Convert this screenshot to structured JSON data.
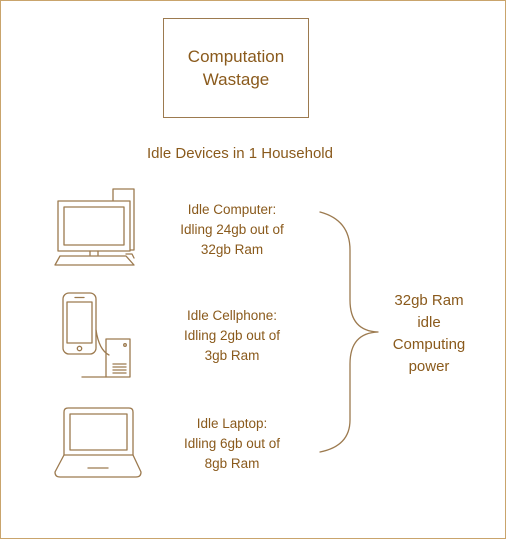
{
  "title": {
    "line1": "Computation",
    "line2": "Wastage"
  },
  "subtitle": "Idle Devices in 1 Household",
  "devices": [
    {
      "icon": "desktop-computer-icon",
      "lines": [
        "Idle Computer:",
        "Idling 24gb out of",
        "32gb Ram"
      ]
    },
    {
      "icon": "cellphone-icon",
      "lines": [
        "Idle Cellphone:",
        "Idling 2gb out of",
        "3gb Ram"
      ]
    },
    {
      "icon": "laptop-icon",
      "lines": [
        "Idle Laptop:",
        "Idling 6gb out of",
        "8gb Ram"
      ]
    }
  ],
  "summary": {
    "lines": [
      "32gb Ram",
      "idle",
      "Computing",
      "power"
    ]
  },
  "colors": {
    "text": "#8a5a1c",
    "line": "#9c7a4f",
    "border": "#c9a46c"
  }
}
